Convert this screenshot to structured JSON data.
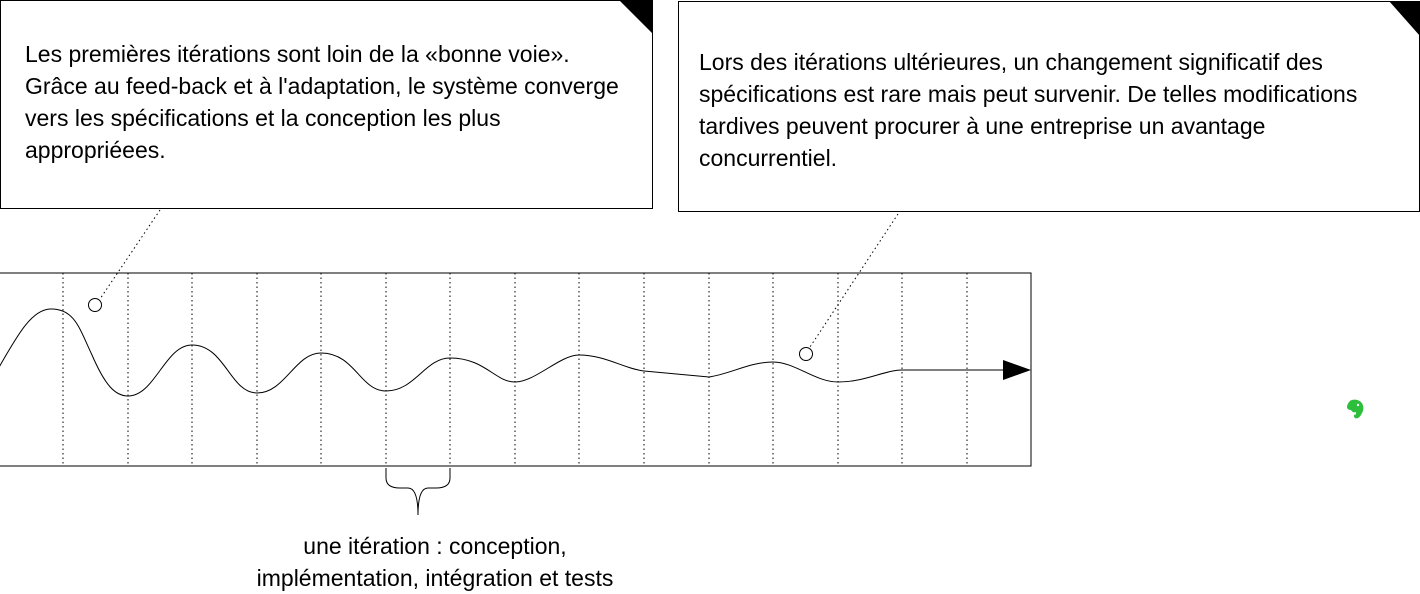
{
  "notes": {
    "early": "Les premières itérations sont loin de la «bonne voie». Grâce au feed-back et à l'adaptation, le système converge vers les spécifications et la conception les plus appropriéees.",
    "late": "Lors des itérations ultérieures, un changement significatif des spécifications est rare mais peut survenir. De telles modifications tardives peuvent procurer à une entreprise un avantage concurrentiel."
  },
  "caption": {
    "line1": "une itération : conception,",
    "line2": "implémentation, intégration et tests"
  },
  "icons": {
    "corner": "folded-corner-icon",
    "arrow": "arrow-head-icon",
    "brace": "curly-brace-icon",
    "logo": "evernote-elephant-icon"
  },
  "colors": {
    "stroke": "#000000",
    "logo": "#2dbe3c"
  }
}
